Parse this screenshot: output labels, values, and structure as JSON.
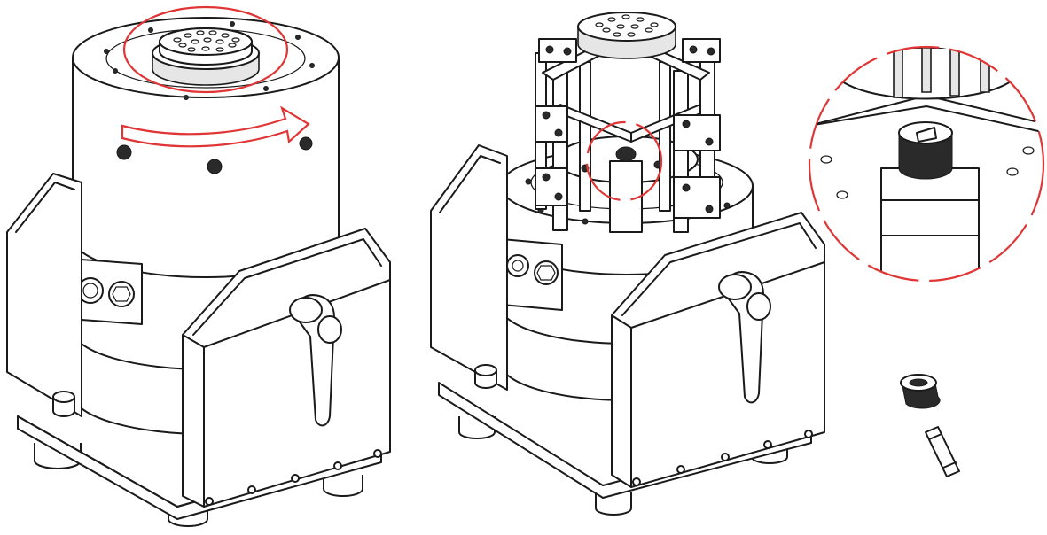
{
  "colors": {
    "accent": "#e03535",
    "line": "#1a1a1a",
    "fill": "#ffffff",
    "shade": "#e6e6e6",
    "dark": "#2a2a2a"
  },
  "figures": [
    {
      "name": "exciter-assembled",
      "icon": "vibration-exciter-icon"
    },
    {
      "name": "exciter-with-payload-fixture",
      "icon": "payload-fixture-icon"
    },
    {
      "name": "fuse-holder-detail",
      "icon": "fuse-holder-icon"
    },
    {
      "name": "fuse-parts",
      "icon": "fuse-icon"
    }
  ]
}
